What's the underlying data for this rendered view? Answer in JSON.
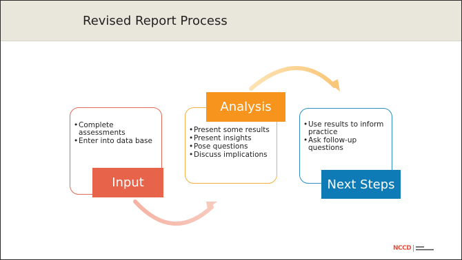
{
  "slide": {
    "title": "Revised Report Process"
  },
  "steps": [
    {
      "label": "Input",
      "color": "#e76349",
      "bullets": [
        "Complete assessments",
        "Enter into data base"
      ]
    },
    {
      "label": "Analysis",
      "color": "#f7941d",
      "bullets": [
        "Present some results",
        "Present insights",
        "Pose questions",
        "Discuss implications"
      ]
    },
    {
      "label": "Next Steps",
      "color": "#0e7bb7",
      "bullets": [
        "Use results to inform practice",
        "Ask follow-up questions"
      ]
    }
  ],
  "logo": {
    "brand": "NCCD"
  }
}
